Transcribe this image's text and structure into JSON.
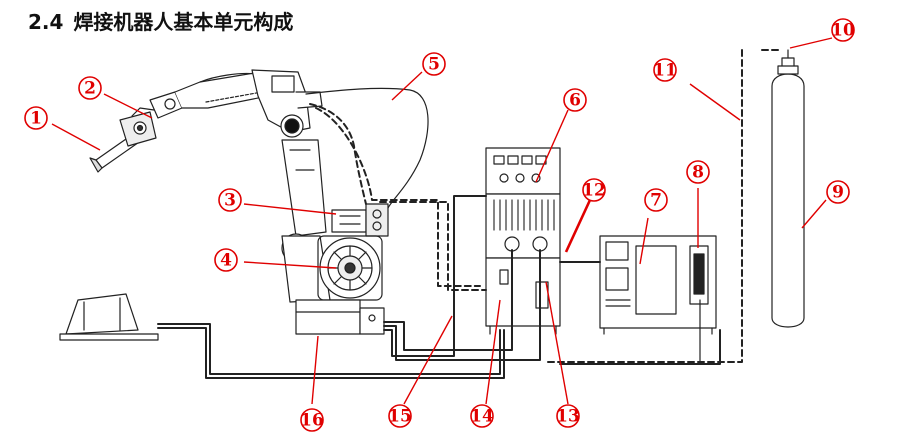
{
  "heading": {
    "number": "2.4",
    "title": "焊接机器人基本单元构成"
  },
  "callout_color": "#e00000",
  "callouts": [
    "1",
    "2",
    "3",
    "4",
    "5",
    "6",
    "7",
    "8",
    "9",
    "10",
    "11",
    "12",
    "13",
    "14",
    "15",
    "16"
  ]
}
